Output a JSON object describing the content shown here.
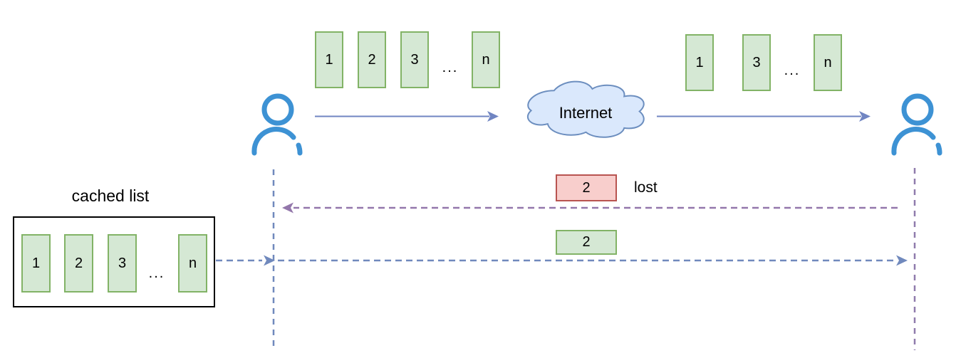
{
  "labels": {
    "internet": "Internet",
    "cached_list": "cached list",
    "lost": "lost",
    "ellipsis": "..."
  },
  "sender_stream": {
    "p1": "1",
    "p2": "2",
    "p3": "3",
    "pn": "n"
  },
  "receiver_stream": {
    "p1": "1",
    "p3": "3",
    "pn": "n"
  },
  "cached_list": {
    "p1": "1",
    "p2": "2",
    "p3": "3",
    "pn": "n"
  },
  "messages": {
    "lost_packet": "2",
    "resent_packet": "2"
  },
  "colors": {
    "packet_fill": "#d5e8d4",
    "packet_border": "#82b366",
    "lost_fill": "#f8cecc",
    "lost_border": "#b85450",
    "cloud_fill": "#dae8fc",
    "cloud_border": "#6c8ebf",
    "person": "#3d92d4",
    "solid_arrow": "#7085c2",
    "blue_dash": "#7089bd",
    "purple_dash": "#9377ab",
    "sender_lifeline": "#7089bd",
    "receiver_lifeline": "#8f7bac",
    "cached_box_border": "#000000",
    "text": "#000000"
  }
}
